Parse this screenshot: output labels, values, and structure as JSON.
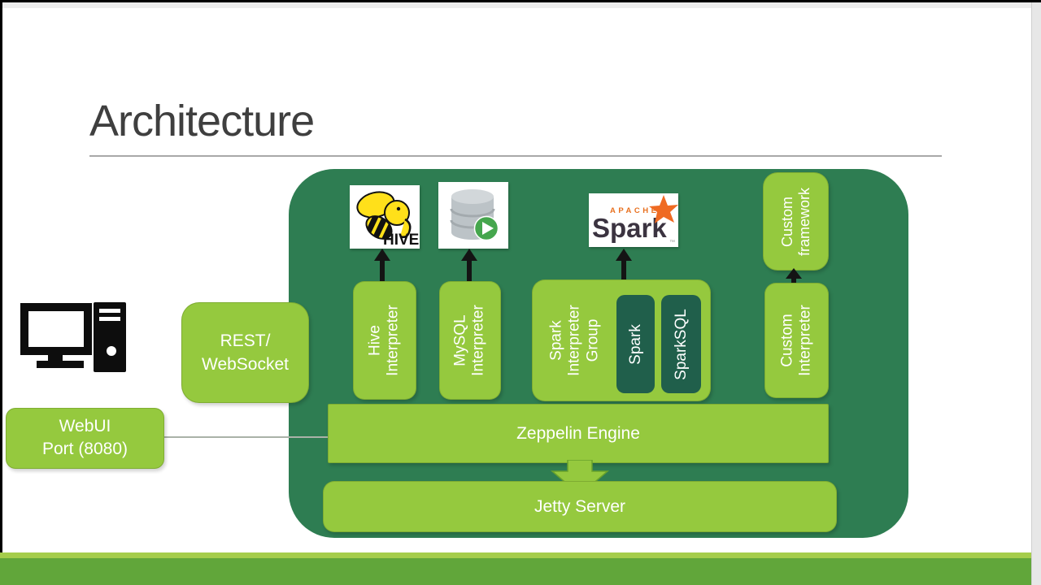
{
  "title": "Architecture",
  "colors": {
    "container_green": "#2e7d52",
    "box_green": "#95c93e",
    "dark_box_green": "#205f4b",
    "footer_bar_green": "#61a63a",
    "footer_strip_green": "#a5cd4b",
    "title_gray": "#3f3f3f",
    "hive_yellow": "#ffe01a",
    "spark_orange": "#ef6a22"
  },
  "logos": {
    "hive_label": "HIVE",
    "spark_apache": "APACHE",
    "spark_word": "Spark",
    "spark_tm": "™"
  },
  "client": {
    "rest_line1": "REST/",
    "rest_line2": "WebSocket",
    "webui_line1": "WebUI",
    "webui_line2": "Port (8080)"
  },
  "panel": {
    "custom_framework_line1": "Custom",
    "custom_framework_line2": "framework",
    "hive_line1": "Hive",
    "hive_line2": "Interpreter",
    "mysql_line1": "MySQL",
    "mysql_line2": "Interpreter",
    "spark_group_line1": "Spark",
    "spark_group_line2": "Interpreter",
    "spark_group_line3": "Group",
    "spark_sub": "Spark",
    "sparksql_sub": "SparkSQL",
    "custom_line1": "Custom",
    "custom_line2": "Interpreter",
    "engine": "Zeppelin Engine",
    "server": "Jetty Server"
  }
}
